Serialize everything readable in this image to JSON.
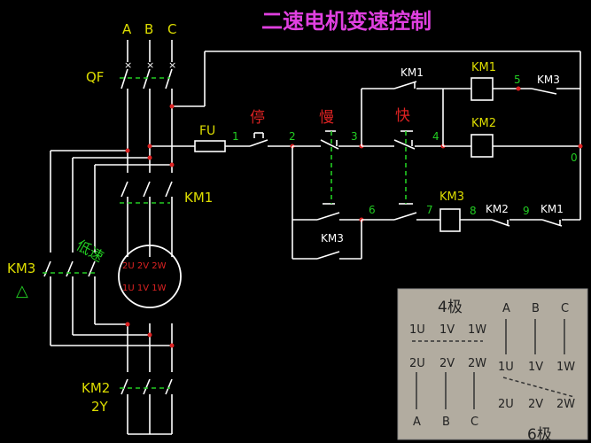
{
  "title": "二速电机变速控制",
  "phases": [
    "A",
    "B",
    "C"
  ],
  "labels": {
    "qf": "QF",
    "fu": "FU",
    "km1_main": "KM1",
    "km2_main": "KM2",
    "y2": "2Y",
    "km3_left": "KM3",
    "delta": "△",
    "stop": "停",
    "slow": "慢",
    "fast": "快",
    "km1_aux": "KM1",
    "km1_coil": "KM1",
    "km2_coil": "KM2",
    "km3_nc": "KM3",
    "km3_coil": "KM3",
    "km2_nc": "KM2",
    "km1_nc": "KM1",
    "km3_hold": "KM3",
    "motor_green": "低速",
    "motor_top": "2U 2V 2W",
    "motor_bot": "1U 1V 1W"
  },
  "nodes": {
    "n1": "1",
    "n2": "2",
    "n3": "3",
    "n4": "4",
    "n5": "5",
    "n6": "6",
    "n7": "7",
    "n8": "8",
    "n9": "9",
    "n0": "0"
  },
  "plate": {
    "four_pole": "4极",
    "six_pole": "6极",
    "abc_top": [
      "A",
      "B",
      "C"
    ],
    "abc_bottom": [
      "A",
      "B",
      "C"
    ],
    "row1": [
      "1U",
      "1V",
      "1W"
    ],
    "row2": [
      "2U",
      "2V",
      "2W"
    ],
    "right_row1": [
      "1U",
      "1V",
      "1W"
    ],
    "right_row2": [
      "2U",
      "2V",
      "2W"
    ]
  },
  "colors": {
    "wire": "#ffffff",
    "title": "#e040e0",
    "green": "#22cc22",
    "red": "#dd2222",
    "yellow": "#dddd00",
    "plate": "#b9b2a6"
  }
}
